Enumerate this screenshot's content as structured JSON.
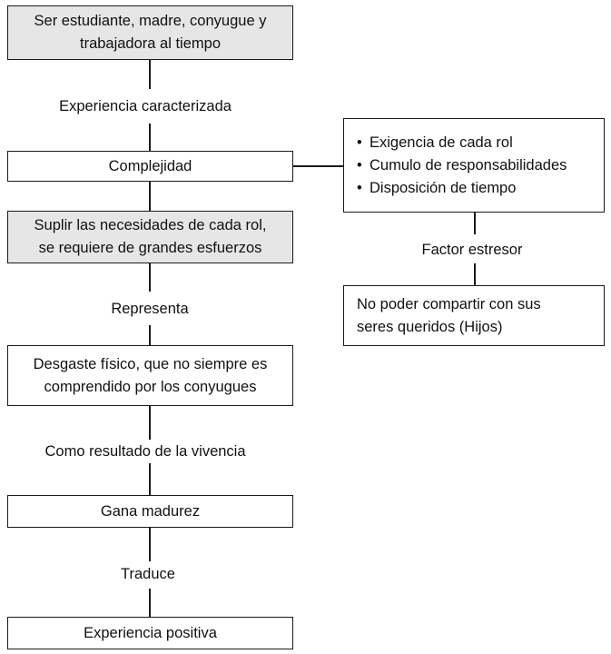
{
  "left_column": {
    "box1": [
      "Ser estudiante, madre, conyugue y",
      "trabajadora al tiempo"
    ],
    "label1": "Experiencia caracterizada",
    "box2": "Complejidad",
    "box3": [
      "Suplir las necesidades de cada rol,",
      "se requiere de grandes esfuerzos"
    ],
    "label2": "Representa",
    "box4": [
      "Desgaste físico, que no siempre es",
      "comprendido por los conyugues"
    ],
    "label3": "Como resultado de la vivencia",
    "box5": "Gana madurez",
    "label4": "Traduce",
    "box6": "Experiencia positiva"
  },
  "right_column": {
    "bullets": [
      "Exigencia de cada rol",
      "Cumulo de responsabilidades",
      "Disposición de tiempo"
    ],
    "label": "Factor estresor",
    "box": [
      "No poder compartir con sus",
      "seres queridos (Hijos)"
    ]
  },
  "colors": {
    "shaded_fill": "#e6e6e6",
    "stroke": "#1a1a1a"
  }
}
